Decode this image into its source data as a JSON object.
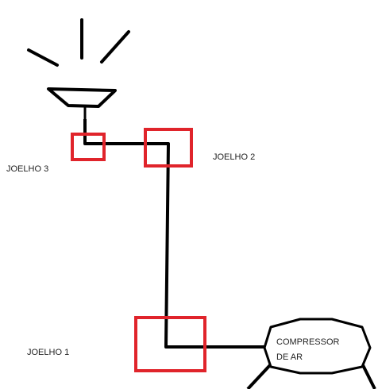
{
  "labels": {
    "elbow_3": "JOELHO 3",
    "elbow_2": "JOELHO 2",
    "elbow_1": "JOELHO 1",
    "compressor_line1": "COMPRESSOR",
    "compressor_line2": "DE AR"
  },
  "colors": {
    "pipe": "#000000",
    "elbow_box": "#e0242b",
    "text": "#222222"
  }
}
